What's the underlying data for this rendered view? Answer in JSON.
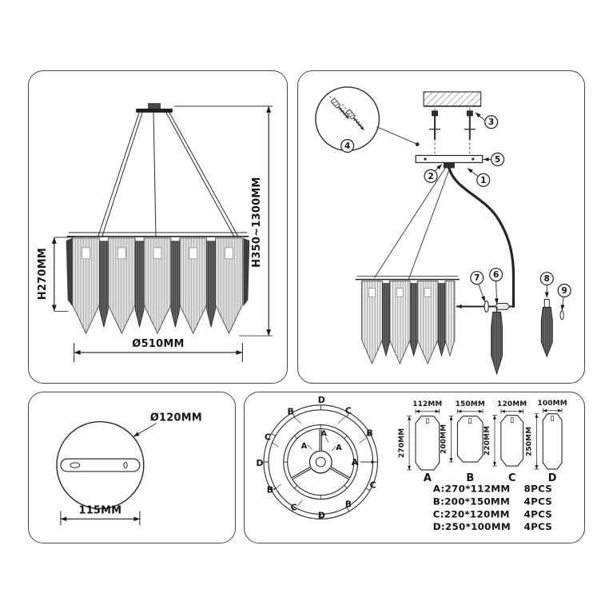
{
  "front_view": {
    "height_body": "H270MM",
    "height_total": "H350~1300MM",
    "diameter": "Ø510MM"
  },
  "assembly": {
    "callouts": [
      "1",
      "2",
      "3",
      "4",
      "5",
      "6",
      "7",
      "8",
      "9"
    ]
  },
  "canopy": {
    "diameter": "Ø120MM",
    "slot_width": "115MM"
  },
  "top_view": {
    "outer_labels": [
      "D",
      "C",
      "B",
      "C",
      "B",
      "D",
      "C",
      "B",
      "D",
      "C",
      "B"
    ],
    "arrow_label": "A",
    "inner_labels": [
      "A",
      "A",
      "A"
    ]
  },
  "specs": {
    "items": [
      {
        "letter": "A",
        "width": "112MM",
        "height": "270MM"
      },
      {
        "letter": "B",
        "width": "150MM",
        "height": "200MM"
      },
      {
        "letter": "C",
        "width": "120MM",
        "height": "220MM"
      },
      {
        "letter": "D",
        "width": "100MM",
        "height": "250MM"
      }
    ],
    "summary": [
      {
        "size": "A:270*112MM",
        "qty": "8PCS"
      },
      {
        "size": "B:200*150MM",
        "qty": "4PCS"
      },
      {
        "size": "C:220*120MM",
        "qty": "4PCS"
      },
      {
        "size": "D:250*100MM",
        "qty": "4PCS"
      }
    ]
  }
}
